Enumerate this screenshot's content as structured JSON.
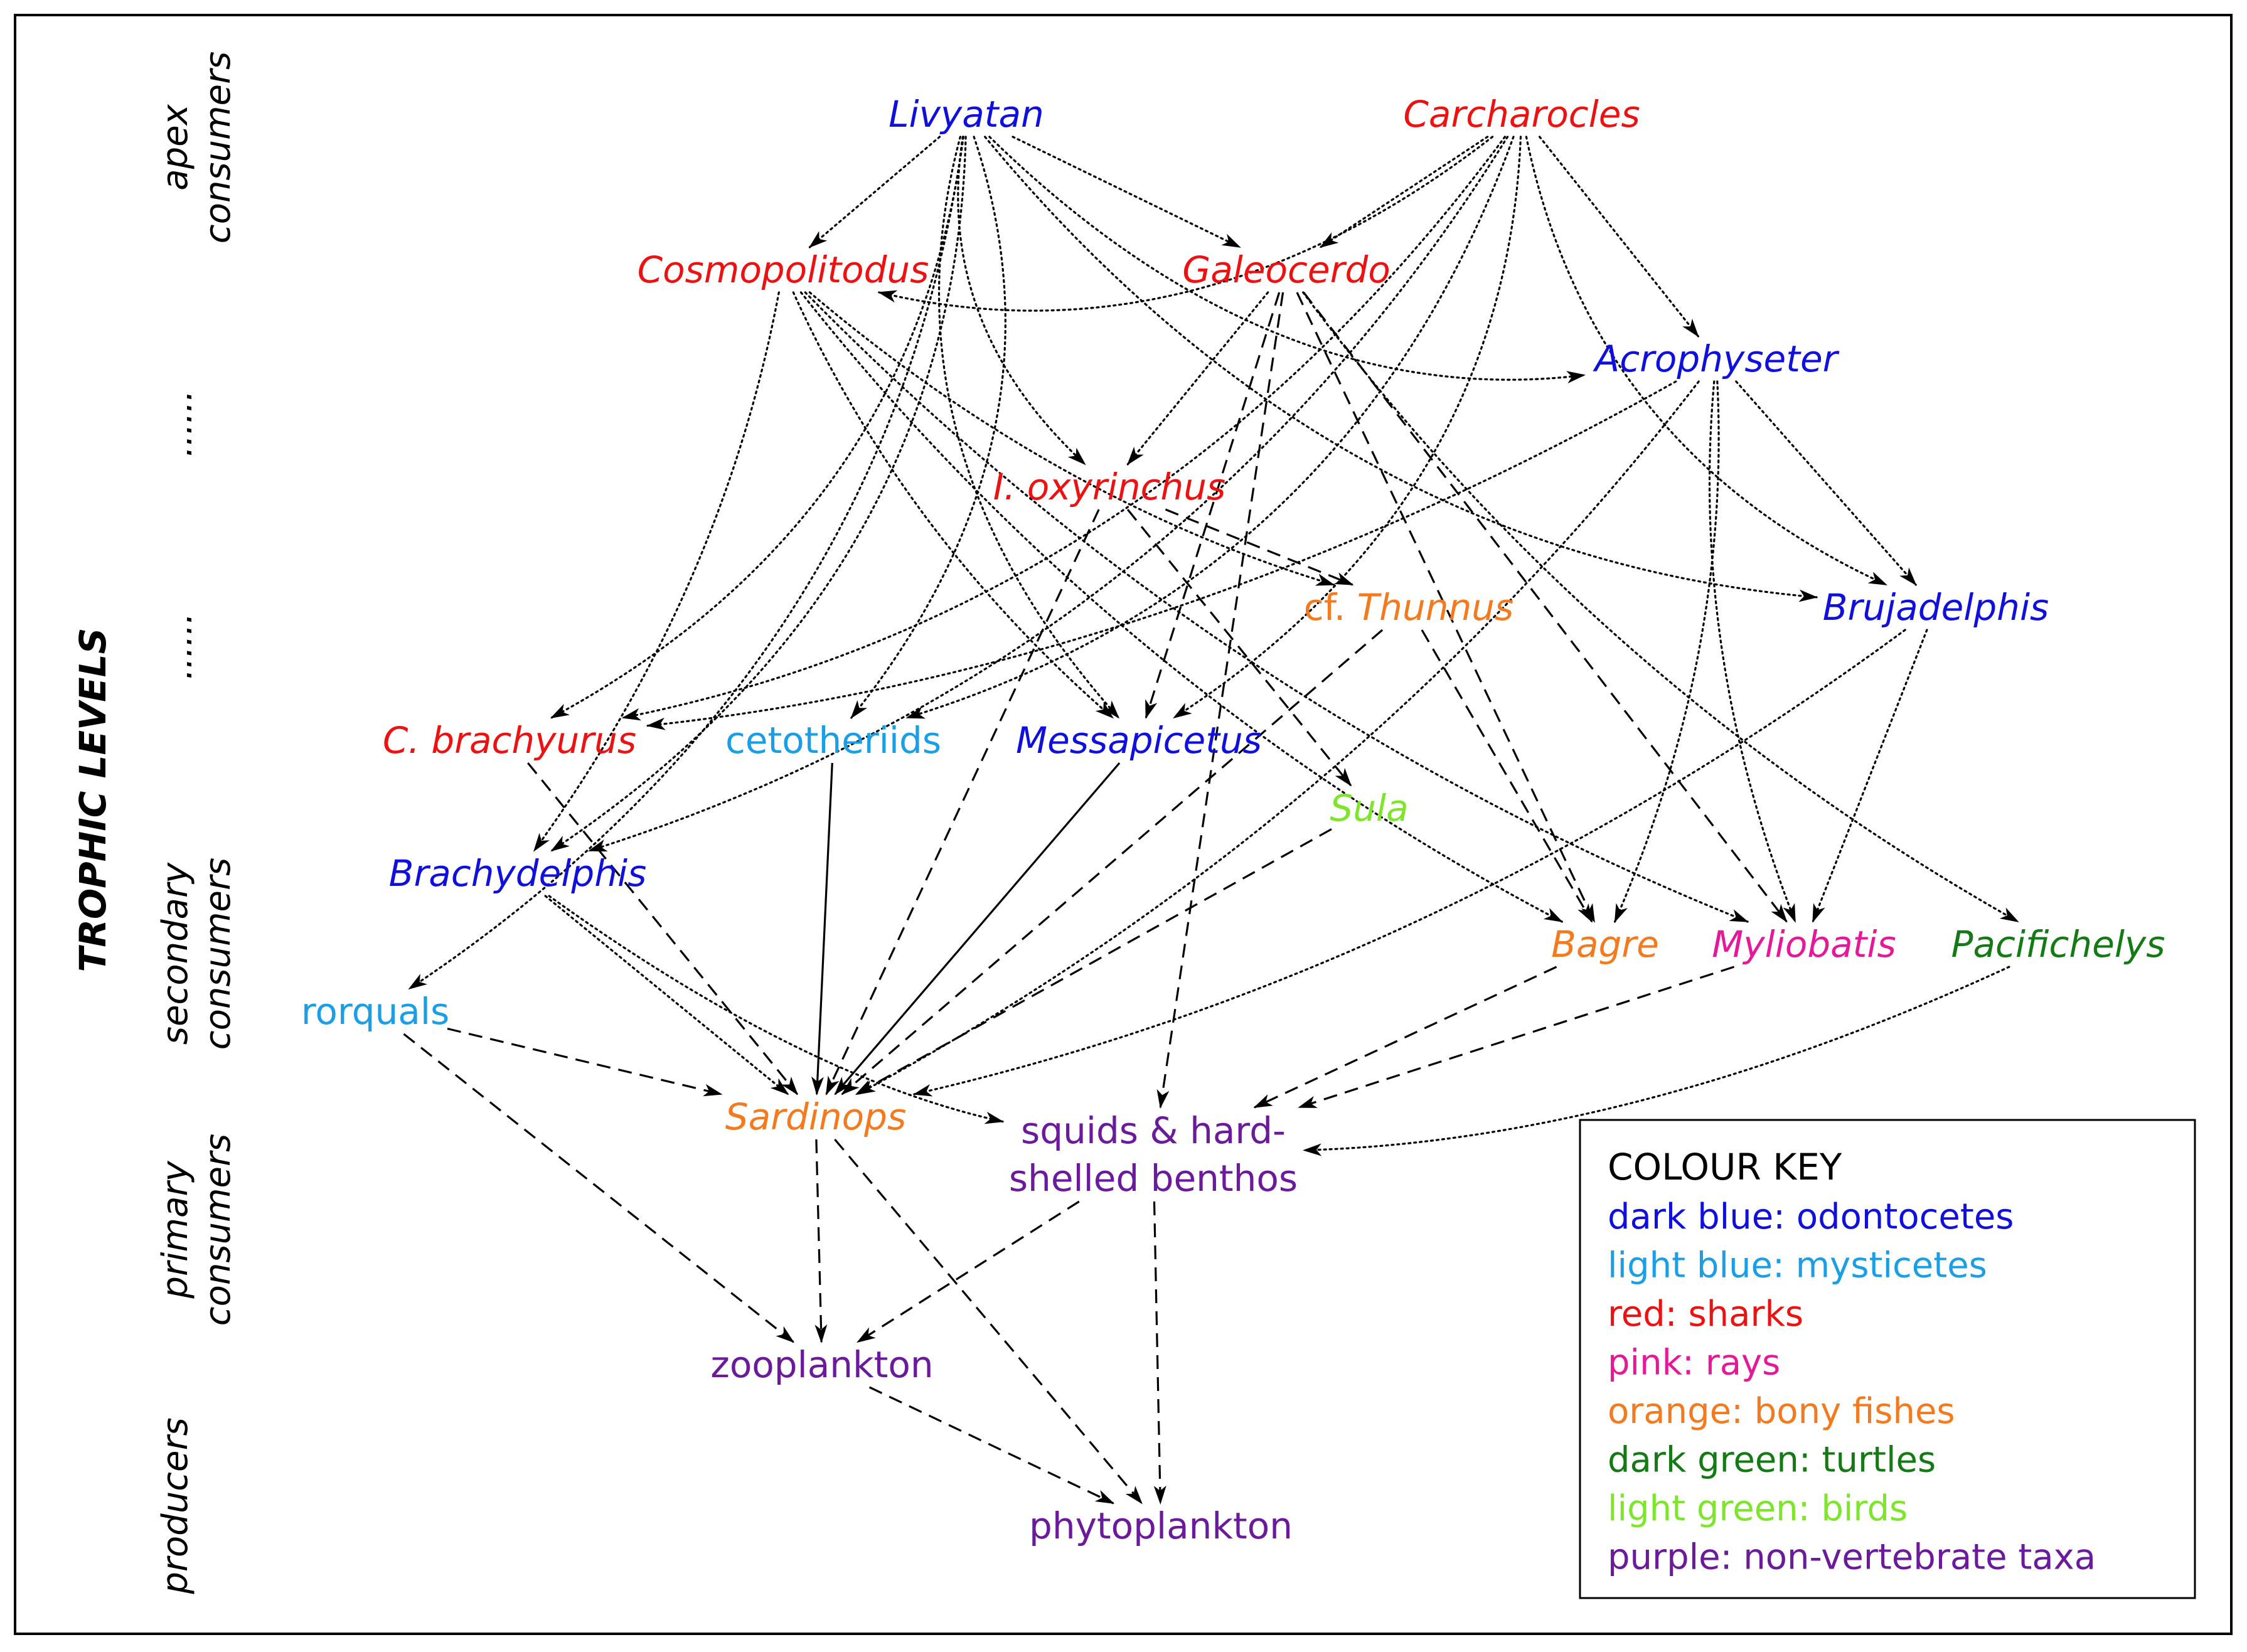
{
  "axis": {
    "title": "TROPHIC LEVELS",
    "levels": [
      {
        "id": "apex",
        "lines": [
          "apex",
          "consumers"
        ]
      },
      {
        "id": "dots1",
        "lines": [
          "......"
        ]
      },
      {
        "id": "dots2",
        "lines": [
          "......"
        ]
      },
      {
        "id": "secondary",
        "lines": [
          "secondary",
          "consumers"
        ]
      },
      {
        "id": "primary",
        "lines": [
          "primary",
          "consumers"
        ]
      },
      {
        "id": "producers",
        "lines": [
          "producers"
        ]
      }
    ]
  },
  "colors": {
    "dark_blue": "#1010dd",
    "light_blue": "#1a9ee6",
    "red": "#ee1111",
    "pink": "#e6189a",
    "orange": "#f47a1d",
    "dark_green": "#137a14",
    "light_green": "#7ee62a",
    "purple": "#6a1a9a"
  },
  "nodes": [
    {
      "id": "livyatan",
      "label": "Livyatan",
      "color": "dark_blue",
      "italic": true
    },
    {
      "id": "carcharocles",
      "label": "Carcharocles",
      "color": "red",
      "italic": true
    },
    {
      "id": "cosmopolitodus",
      "label": "Cosmopolitodus",
      "color": "red",
      "italic": true
    },
    {
      "id": "galeocerdo",
      "label": "Galeocerdo",
      "color": "red",
      "italic": true
    },
    {
      "id": "acrophyseter",
      "label": "Acrophyseter",
      "color": "dark_blue",
      "italic": true
    },
    {
      "id": "i_oxyrinchus",
      "label": "I. oxyrinchus",
      "color": "red",
      "italic": true
    },
    {
      "id": "thunnus",
      "label_prefix": "cf. ",
      "label": "Thunnus",
      "color": "orange",
      "italic": true
    },
    {
      "id": "brujadelphis",
      "label": "Brujadelphis",
      "color": "dark_blue",
      "italic": true
    },
    {
      "id": "c_brachyurus",
      "label": "C. brachyurus",
      "color": "red",
      "italic": true
    },
    {
      "id": "cetotheriids",
      "label": "cetotheriids",
      "color": "light_blue",
      "italic": false
    },
    {
      "id": "messapicetus",
      "label": "Messapicetus",
      "color": "dark_blue",
      "italic": true
    },
    {
      "id": "sula",
      "label": "Sula",
      "color": "light_green",
      "italic": true
    },
    {
      "id": "brachydelphis",
      "label": "Brachydelphis",
      "color": "dark_blue",
      "italic": true
    },
    {
      "id": "bagre",
      "label": "Bagre",
      "color": "orange",
      "italic": true
    },
    {
      "id": "myliobatis",
      "label": "Myliobatis",
      "color": "pink",
      "italic": true
    },
    {
      "id": "pacifichelys",
      "label": "Pacifichelys",
      "color": "dark_green",
      "italic": true
    },
    {
      "id": "rorquals",
      "label": "rorquals",
      "color": "light_blue",
      "italic": false
    },
    {
      "id": "sardinops",
      "label": "Sardinops",
      "color": "orange",
      "italic": true
    },
    {
      "id": "squids",
      "label": "squids & hard-",
      "label2": "shelled benthos",
      "color": "purple",
      "italic": false
    },
    {
      "id": "zooplankton",
      "label": "zooplankton",
      "color": "purple",
      "italic": false
    },
    {
      "id": "phytoplankton",
      "label": "phytoplankton",
      "color": "purple",
      "italic": false
    }
  ],
  "edges": [
    {
      "from": "livyatan",
      "to": "cosmopolitodus",
      "style": "dotted"
    },
    {
      "from": "livyatan",
      "to": "galeocerdo",
      "style": "dotted"
    },
    {
      "from": "livyatan",
      "to": "acrophyseter",
      "style": "dotted"
    },
    {
      "from": "livyatan",
      "to": "i_oxyrinchus",
      "style": "dotted"
    },
    {
      "from": "livyatan",
      "to": "brujadelphis",
      "style": "dotted"
    },
    {
      "from": "livyatan",
      "to": "c_brachyurus",
      "style": "dotted"
    },
    {
      "from": "livyatan",
      "to": "cetotheriids",
      "style": "dotted"
    },
    {
      "from": "livyatan",
      "to": "messapicetus",
      "style": "dotted"
    },
    {
      "from": "livyatan",
      "to": "brachydelphis",
      "style": "dotted"
    },
    {
      "from": "livyatan",
      "to": "rorquals",
      "style": "dotted"
    },
    {
      "from": "carcharocles",
      "to": "cosmopolitodus",
      "style": "dotted"
    },
    {
      "from": "carcharocles",
      "to": "galeocerdo",
      "style": "dotted"
    },
    {
      "from": "carcharocles",
      "to": "acrophyseter",
      "style": "dotted"
    },
    {
      "from": "carcharocles",
      "to": "brujadelphis",
      "style": "dotted"
    },
    {
      "from": "carcharocles",
      "to": "cetotheriids",
      "style": "dotted"
    },
    {
      "from": "carcharocles",
      "to": "messapicetus",
      "style": "dotted"
    },
    {
      "from": "carcharocles",
      "to": "brachydelphis",
      "style": "dotted"
    },
    {
      "from": "carcharocles",
      "to": "c_brachyurus",
      "style": "dotted"
    },
    {
      "from": "cosmopolitodus",
      "to": "messapicetus",
      "style": "dotted"
    },
    {
      "from": "cosmopolitodus",
      "to": "brachydelphis",
      "style": "dotted"
    },
    {
      "from": "cosmopolitodus",
      "to": "thunnus",
      "style": "dotted"
    },
    {
      "from": "cosmopolitodus",
      "to": "myliobatis",
      "style": "dotted"
    },
    {
      "from": "cosmopolitodus",
      "to": "bagre",
      "style": "dotted"
    },
    {
      "from": "galeocerdo",
      "to": "i_oxyrinchus",
      "style": "dotted"
    },
    {
      "from": "galeocerdo",
      "to": "messapicetus",
      "style": "dashed"
    },
    {
      "from": "galeocerdo",
      "to": "squids",
      "style": "dashed"
    },
    {
      "from": "galeocerdo",
      "to": "bagre",
      "style": "dashed"
    },
    {
      "from": "galeocerdo",
      "to": "myliobatis",
      "style": "dashed"
    },
    {
      "from": "galeocerdo",
      "to": "pacifichelys",
      "style": "dotted"
    },
    {
      "from": "acrophyseter",
      "to": "c_brachyurus",
      "style": "dotted"
    },
    {
      "from": "acrophyseter",
      "to": "bagre",
      "style": "dotted"
    },
    {
      "from": "acrophyseter",
      "to": "myliobatis",
      "style": "dotted"
    },
    {
      "from": "acrophyseter",
      "to": "brujadelphis",
      "style": "dotted"
    },
    {
      "from": "acrophyseter",
      "to": "sardinops",
      "style": "dotted"
    },
    {
      "from": "i_oxyrinchus",
      "to": "thunnus",
      "style": "dashed"
    },
    {
      "from": "i_oxyrinchus",
      "to": "sula",
      "style": "dashed"
    },
    {
      "from": "i_oxyrinchus",
      "to": "sardinops",
      "style": "dashed"
    },
    {
      "from": "thunnus",
      "to": "bagre",
      "style": "dashed"
    },
    {
      "from": "thunnus",
      "to": "sardinops",
      "style": "dashed"
    },
    {
      "from": "brujadelphis",
      "to": "myliobatis",
      "style": "dotted"
    },
    {
      "from": "brujadelphis",
      "to": "sardinops",
      "style": "dotted"
    },
    {
      "from": "c_brachyurus",
      "to": "sardinops",
      "style": "dashed"
    },
    {
      "from": "cetotheriids",
      "to": "sardinops",
      "style": "solid"
    },
    {
      "from": "messapicetus",
      "to": "sardinops",
      "style": "solid"
    },
    {
      "from": "sula",
      "to": "sardinops",
      "style": "dashed"
    },
    {
      "from": "brachydelphis",
      "to": "sardinops",
      "style": "dotted"
    },
    {
      "from": "brachydelphis",
      "to": "squids",
      "style": "dotted"
    },
    {
      "from": "bagre",
      "to": "squids",
      "style": "dashed"
    },
    {
      "from": "myliobatis",
      "to": "squids",
      "style": "dashed"
    },
    {
      "from": "pacifichelys",
      "to": "squids",
      "style": "dotted"
    },
    {
      "from": "rorquals",
      "to": "sardinops",
      "style": "dashed"
    },
    {
      "from": "rorquals",
      "to": "zooplankton",
      "style": "dashed"
    },
    {
      "from": "sardinops",
      "to": "zooplankton",
      "style": "dashed"
    },
    {
      "from": "sardinops",
      "to": "phytoplankton",
      "style": "dashed"
    },
    {
      "from": "squids",
      "to": "zooplankton",
      "style": "dashed"
    },
    {
      "from": "squids",
      "to": "phytoplankton",
      "style": "dashed"
    },
    {
      "from": "zooplankton",
      "to": "phytoplankton",
      "style": "dashed"
    }
  ],
  "legend": {
    "title": "COLOUR KEY",
    "items": [
      {
        "text": "dark blue: odontocetes",
        "color": "dark_blue"
      },
      {
        "text": "light blue: mysticetes",
        "color": "light_blue"
      },
      {
        "text": "red: sharks",
        "color": "red"
      },
      {
        "text": "pink: rays",
        "color": "pink"
      },
      {
        "text": "orange: bony fishes",
        "color": "orange"
      },
      {
        "text": "dark green: turtles",
        "color": "dark_green"
      },
      {
        "text": "light green: birds",
        "color": "light_green"
      },
      {
        "text": "purple: non-vertebrate taxa",
        "color": "purple"
      }
    ]
  }
}
